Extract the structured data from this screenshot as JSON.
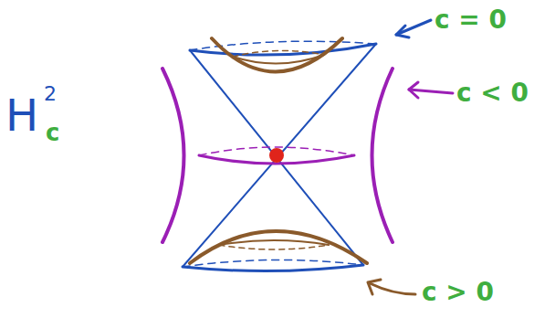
{
  "diagram": {
    "labels": [
      "H",
      "2",
      "c",
      "c = 0",
      "c < 0",
      "c > 0"
    ]
  }
}
